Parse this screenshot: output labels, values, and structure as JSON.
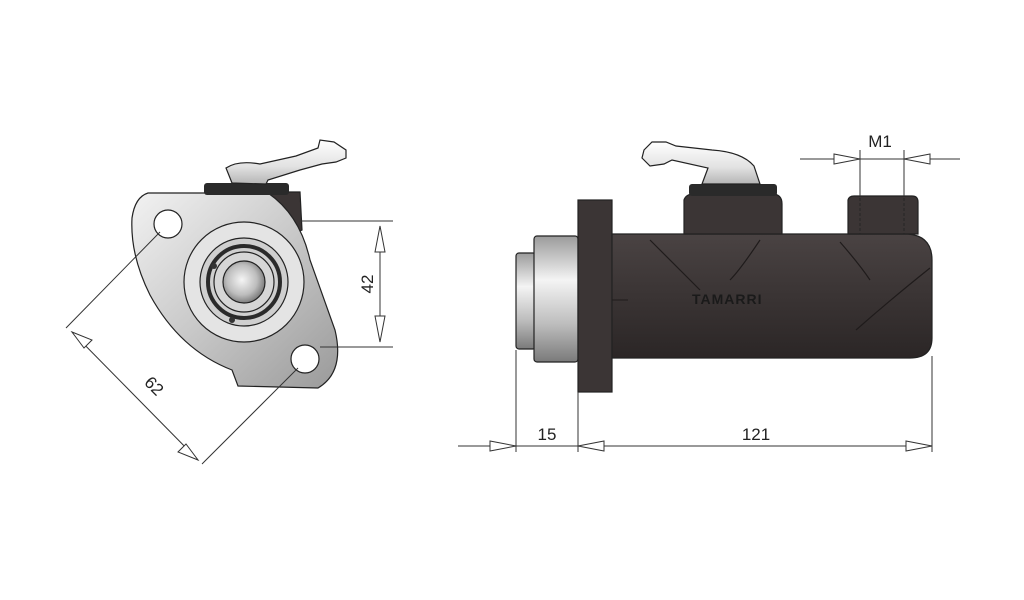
{
  "drawing": {
    "brand": "TAMARRI",
    "dimensions": {
      "flange_hole_distance": "62",
      "flange_height": "42",
      "port_thread": "M1",
      "push_rod_protrusion": "15",
      "body_length": "121"
    }
  },
  "colors": {
    "body": "#3b3535",
    "body_dark": "#2a2525",
    "flange": "#c9c9c9",
    "metal": "#d8d8d8",
    "nozzle": "#ececec",
    "seal": "#2a2a2a"
  }
}
